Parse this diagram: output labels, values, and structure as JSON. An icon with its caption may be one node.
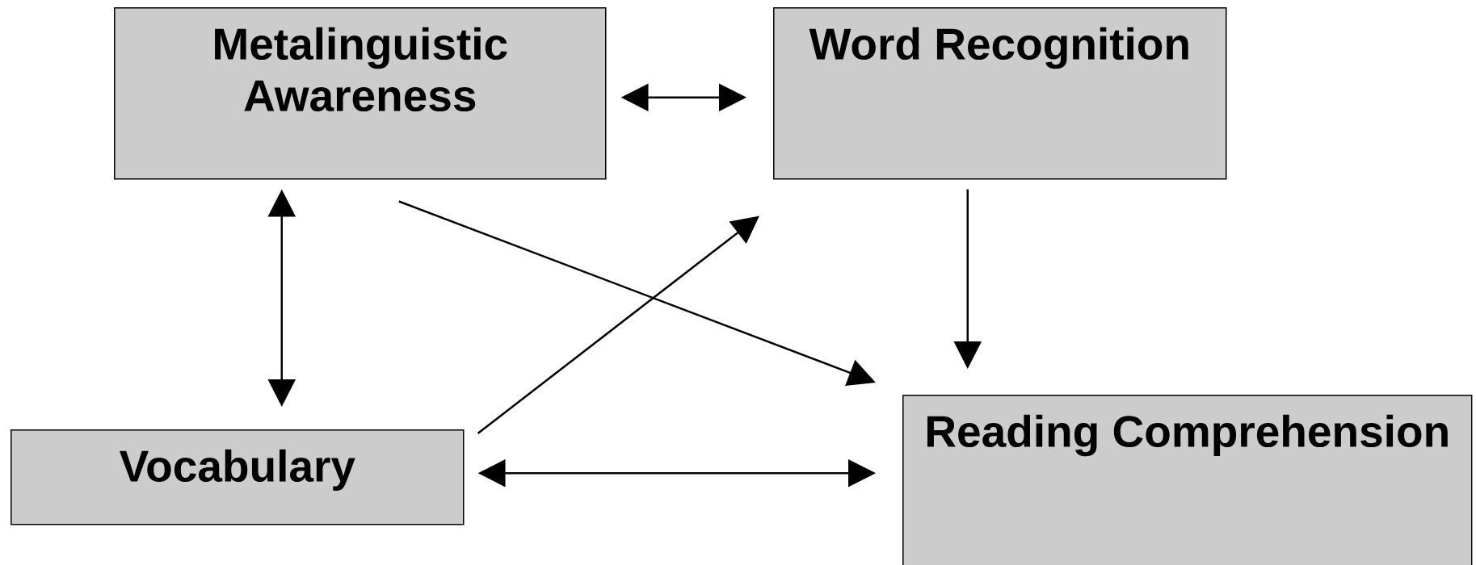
{
  "diagram": {
    "nodes": [
      {
        "text": [
          "Metalinguistic Awareness"
        ]
      },
      {
        "text": [
          "Word Recognition"
        ]
      },
      {
        "text": [
          "Vocabulary"
        ]
      },
      {
        "text": [
          "Reading Comprehension"
        ]
      }
    ],
    "edges": [
      {
        "from": 0,
        "to": 1,
        "arrow": "both"
      },
      {
        "from": 0,
        "to": 2,
        "arrow": "both"
      },
      {
        "from": 0,
        "to": 3,
        "arrow": "to"
      },
      {
        "from": 2,
        "to": 1,
        "arrow": "to"
      },
      {
        "from": 1,
        "to": 3,
        "arrow": "to"
      },
      {
        "from": 2,
        "to": 3,
        "arrow": "both"
      }
    ]
  }
}
